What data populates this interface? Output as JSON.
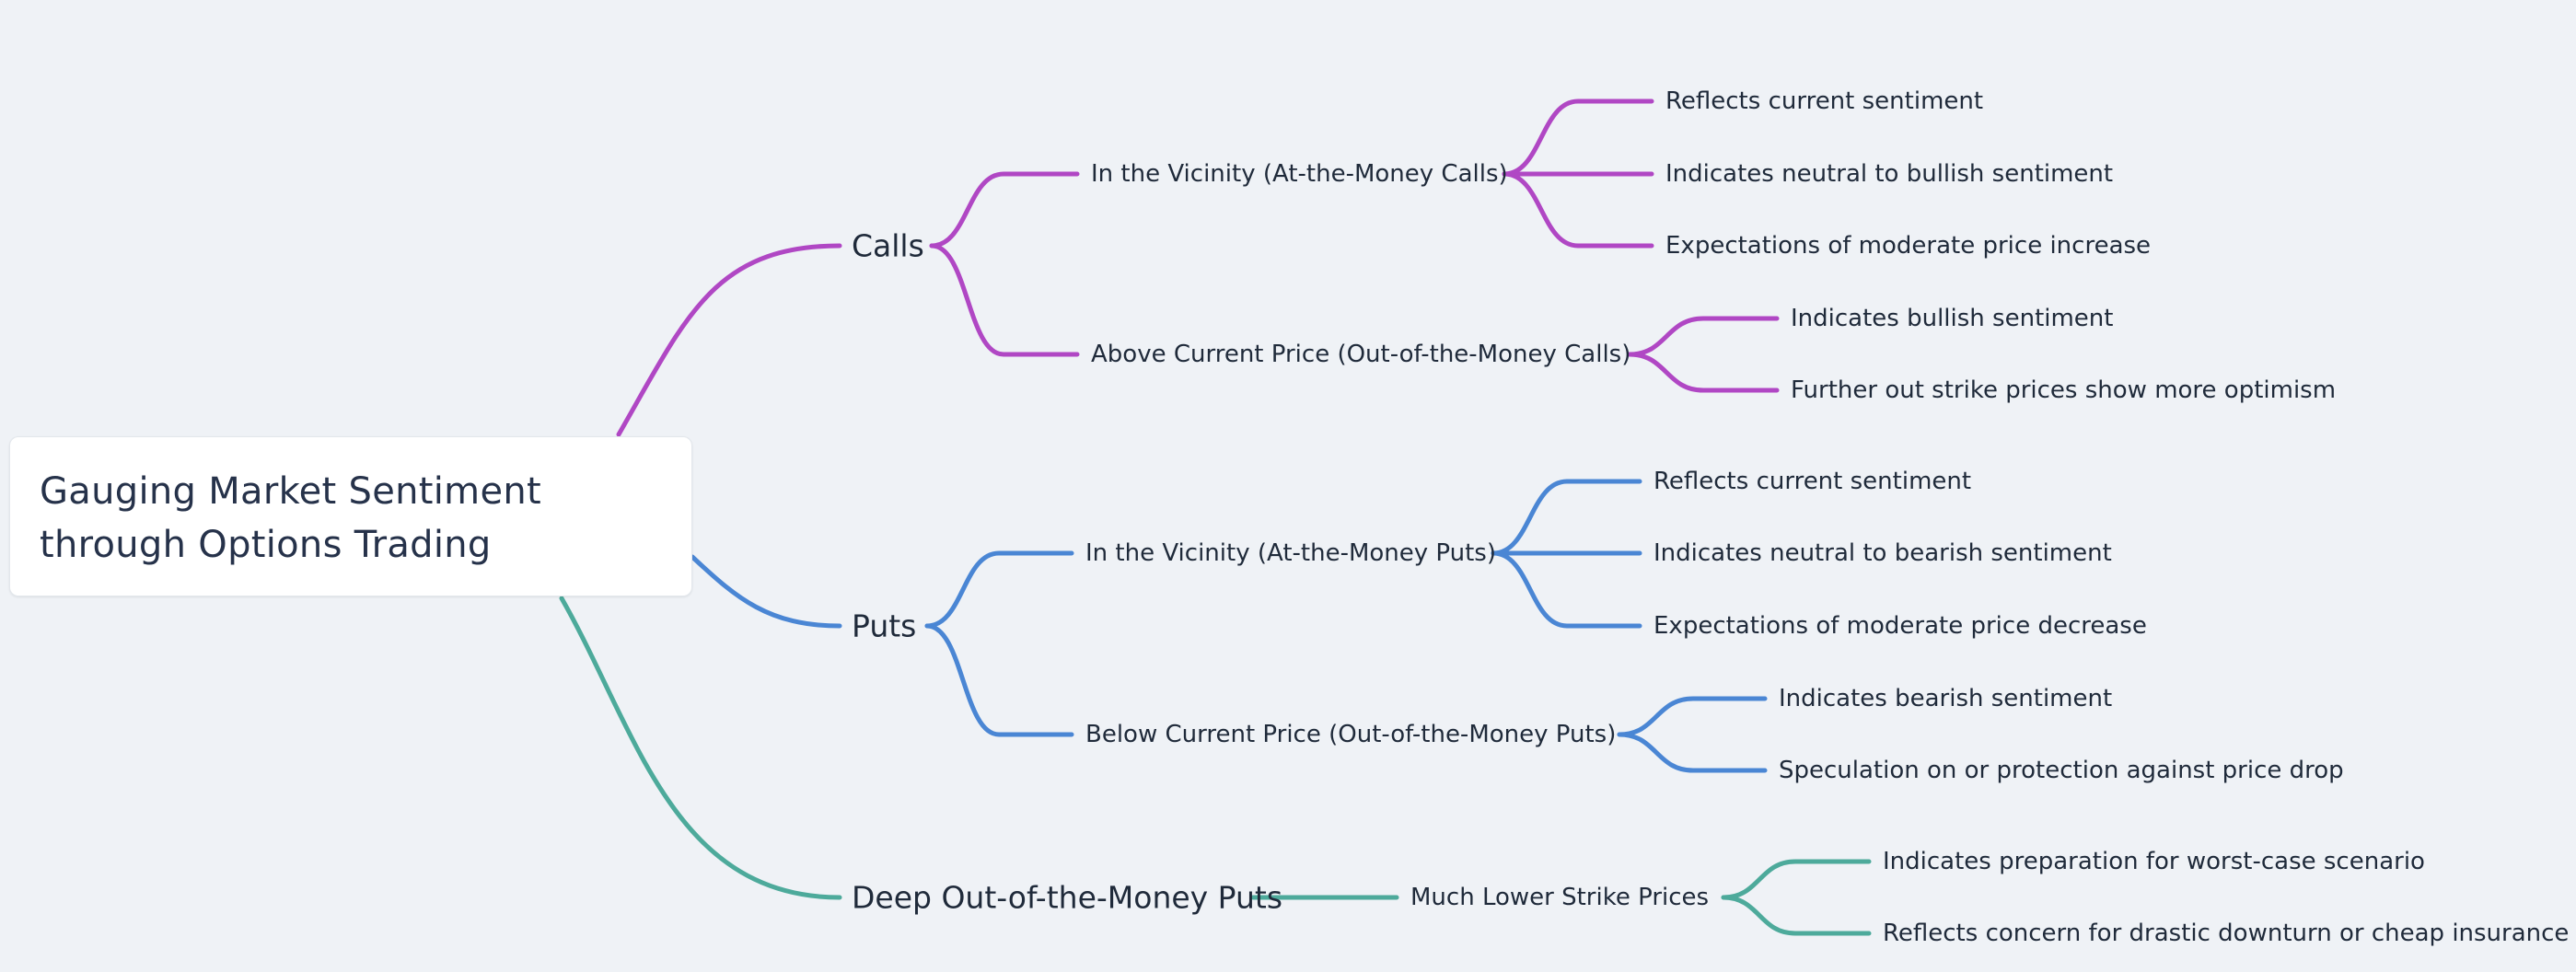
{
  "root": {
    "title": "Gauging Market Sentiment through Options Trading"
  },
  "colors": {
    "calls": "#b047c4",
    "puts": "#4a86d4",
    "deep": "#4daa9b",
    "background": "#eff2f6"
  },
  "branches": {
    "calls": {
      "label": "Calls",
      "subs": [
        {
          "label": "In the Vicinity (At-the-Money Calls)",
          "leaves": [
            "Reflects current sentiment",
            "Indicates neutral to bullish sentiment",
            "Expectations of moderate price increase"
          ]
        },
        {
          "label": "Above Current Price (Out-of-the-Money Calls)",
          "leaves": [
            "Indicates bullish sentiment",
            "Further out strike prices show more optimism"
          ]
        }
      ]
    },
    "puts": {
      "label": "Puts",
      "subs": [
        {
          "label": "In the Vicinity (At-the-Money Puts)",
          "leaves": [
            "Reflects current sentiment",
            "Indicates neutral to bearish sentiment",
            "Expectations of moderate price decrease"
          ]
        },
        {
          "label": "Below Current Price (Out-of-the-Money Puts)",
          "leaves": [
            "Indicates bearish sentiment",
            "Speculation on or protection against price drop"
          ]
        }
      ]
    },
    "deep": {
      "label": "Deep Out-of-the-Money Puts",
      "subs": [
        {
          "label": "Much Lower Strike Prices",
          "leaves": [
            "Indicates preparation for worst-case scenario",
            "Reflects concern for drastic downturn or cheap insurance"
          ]
        }
      ]
    }
  }
}
